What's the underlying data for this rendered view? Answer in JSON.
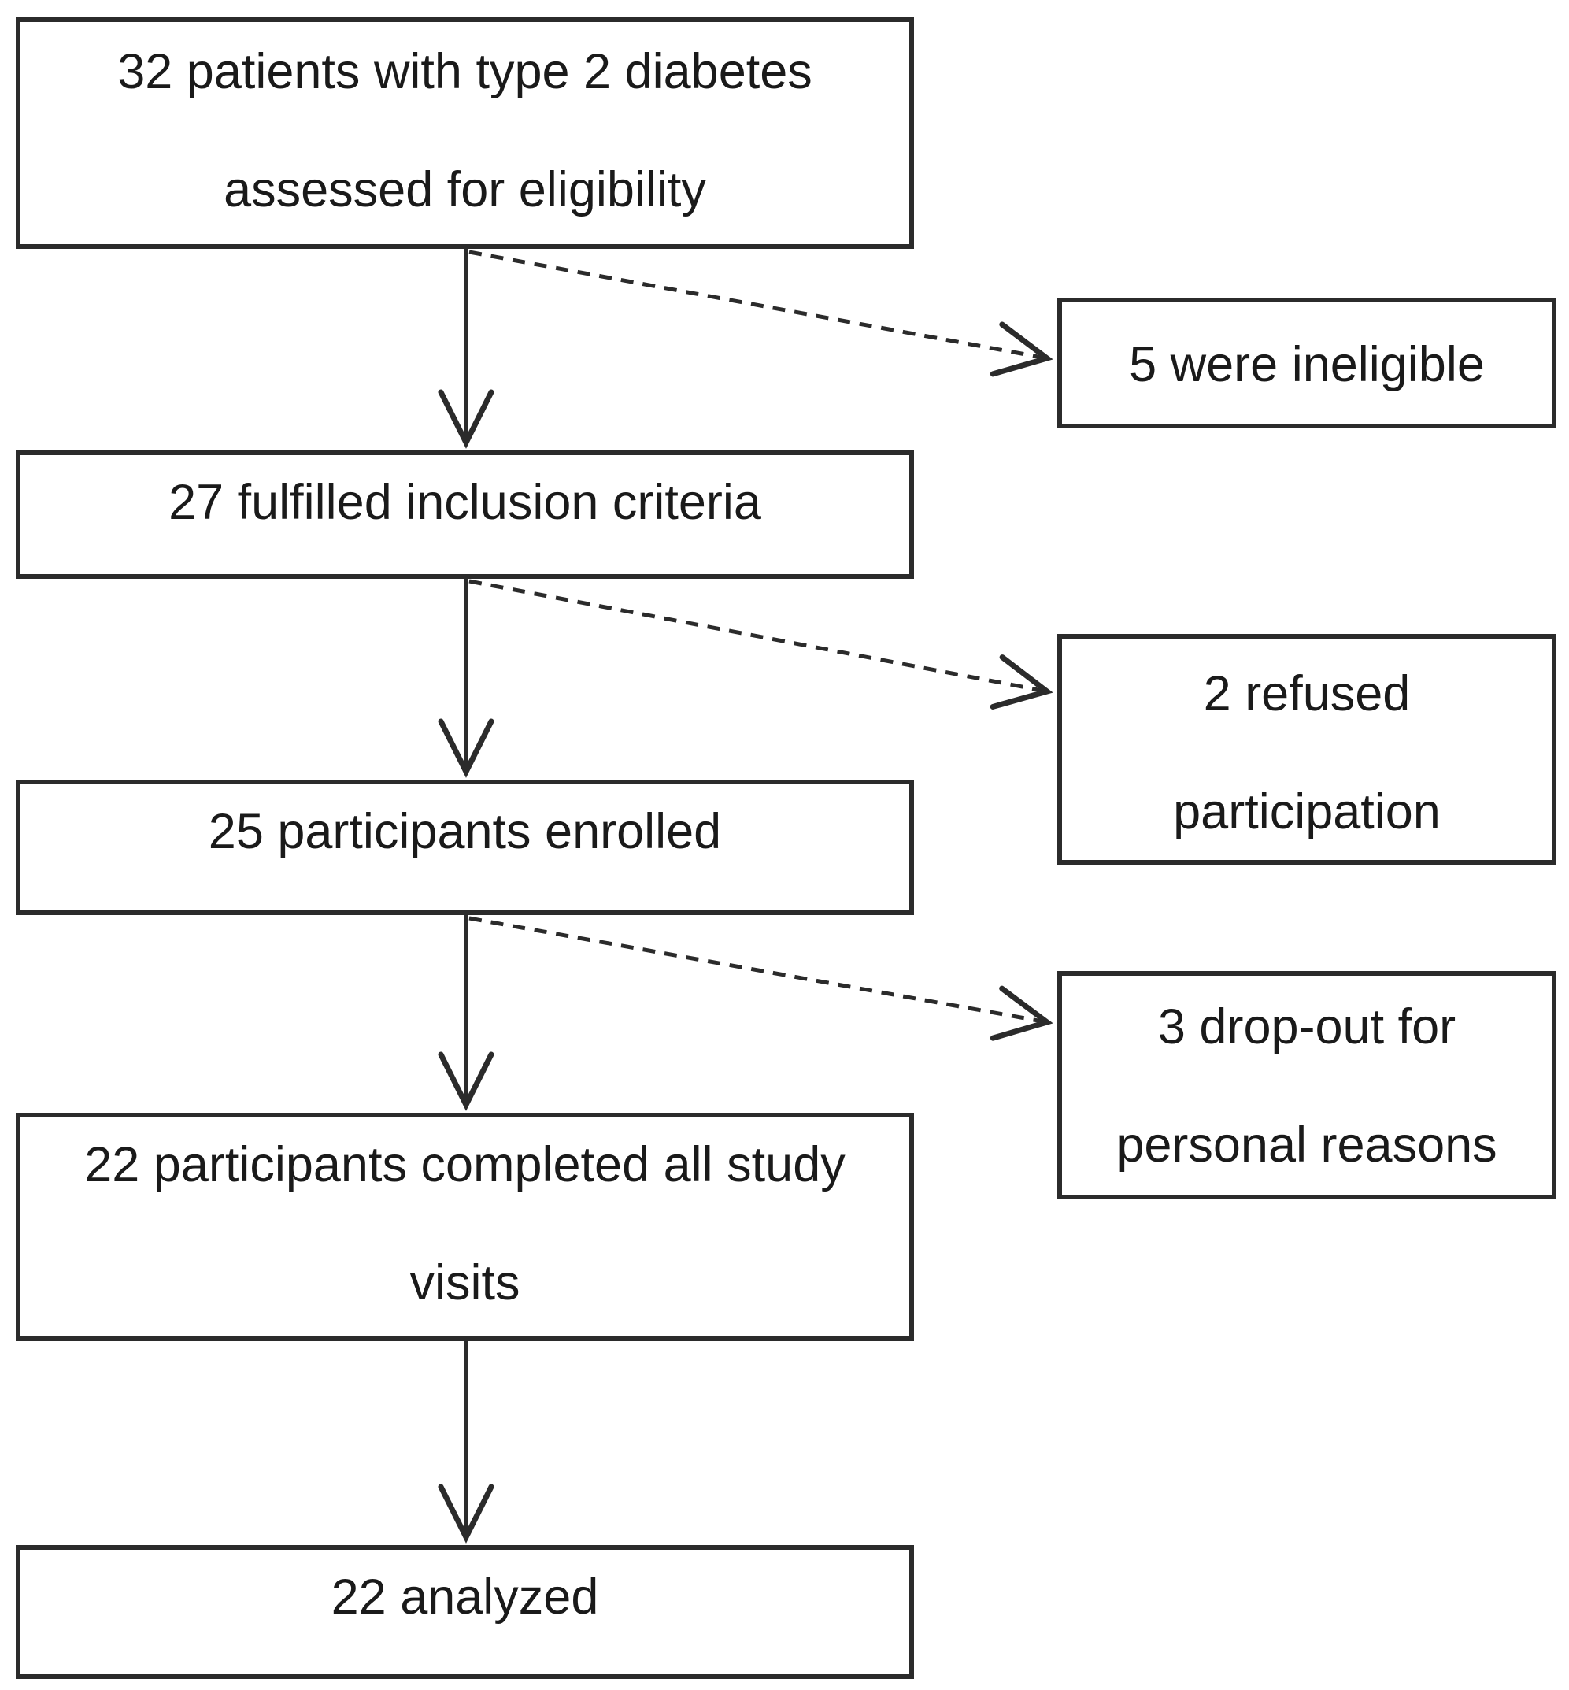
{
  "diagram": {
    "type": "participant-flowchart",
    "colors": {
      "line": "#2b2b2b",
      "text": "#1a1a1a",
      "background": "#ffffff"
    },
    "main_boxes": [
      {
        "id": "assessed",
        "lines": [
          "32 patients with type 2 diabetes",
          "assessed for eligibility"
        ]
      },
      {
        "id": "inclusion",
        "lines": [
          "27 fulfilled inclusion criteria"
        ]
      },
      {
        "id": "enrolled",
        "lines": [
          "25 participants enrolled"
        ]
      },
      {
        "id": "completed",
        "lines": [
          "22 participants completed all study",
          "visits"
        ]
      },
      {
        "id": "analyzed",
        "lines": [
          "22 analyzed"
        ]
      }
    ],
    "side_boxes": [
      {
        "id": "ineligible",
        "lines": [
          "5 were ineligible"
        ]
      },
      {
        "id": "refused",
        "lines": [
          "2 refused",
          "participation"
        ]
      },
      {
        "id": "dropout",
        "lines": [
          "3 drop-out for",
          "personal reasons"
        ]
      }
    ]
  }
}
